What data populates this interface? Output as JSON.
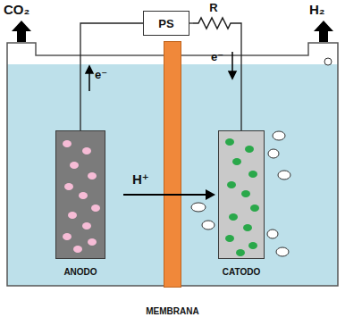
{
  "diagram": {
    "nodes": [
      {
        "text": [
          "PS"
        ]
      },
      {
        "text": [
          "R"
        ]
      },
      {
        "text": [
          "ANODO"
        ]
      },
      {
        "text": [
          "CATODO"
        ]
      },
      {
        "text": [
          "MEMBRANA"
        ]
      }
    ],
    "edges": [
      {
        "from": 2,
        "to": 0,
        "arrow": "none"
      },
      {
        "from": 0,
        "to": 1,
        "arrow": "none"
      },
      {
        "from": 1,
        "to": 3,
        "arrow": "none"
      }
    ],
    "labels": [
      "CO₂",
      "H₂",
      "e⁻",
      "e⁻",
      "H⁺"
    ]
  }
}
